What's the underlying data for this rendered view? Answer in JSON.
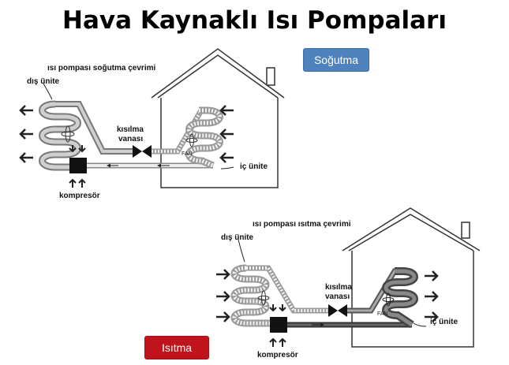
{
  "title": "Hava Kaynaklı Isı Pompaları",
  "cooling": {
    "badge": "Soğutma",
    "cycle_label": "ısı pompası soğutma çevrimi",
    "outdoor_label": "dış ünite",
    "valve_label_1": "kısılma",
    "valve_label_2": "vanası",
    "fan_label": "FAN",
    "indoor_label": "iç ünite",
    "compressor_label": "kompresör",
    "badge_color": "#4f81bd"
  },
  "heating": {
    "badge": "Isıtma",
    "cycle_label": "ısı pompası ısıtma çevrimi",
    "outdoor_label": "dış ünite",
    "valve_label_1": "kısılma",
    "valve_label_2": "vanası",
    "fan_label": "FAN",
    "indoor_label": "iç ünite",
    "compressor_label": "kompresör",
    "badge_color": "#c0141c"
  }
}
